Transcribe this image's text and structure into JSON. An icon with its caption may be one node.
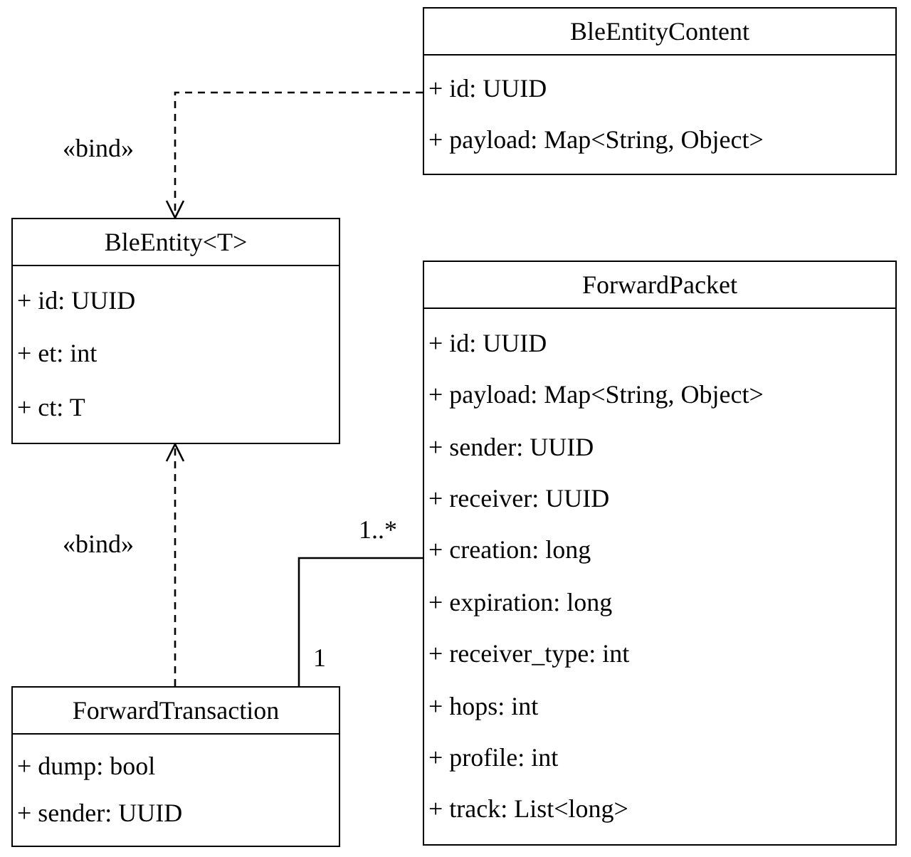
{
  "diagram": {
    "nodes": [
      {
        "text": [
          "BleEntityContent",
          "+ id: UUID",
          "+ payload: Map<String, Object>"
        ]
      },
      {
        "text": [
          "BleEntity<T>",
          "+ id: UUID",
          "+ et: int",
          "+ ct: T"
        ]
      },
      {
        "text": [
          "ForwardPacket",
          "+ id: UUID",
          "+ payload: Map<String, Object>",
          "+ sender: UUID",
          "+ receiver: UUID",
          "+ creation: long",
          "+ expiration: long",
          "+ receiver_type: int",
          "+ hops: int",
          "+ profile: int",
          "+ track: List<long>"
        ]
      },
      {
        "text": [
          "ForwardTransaction",
          "+ dump: bool",
          "+ sender: UUID"
        ]
      }
    ],
    "edges": [
      {
        "from": 0,
        "to": 1,
        "arrow": "to",
        "style": "dashed",
        "label": "«bind»"
      },
      {
        "from": 3,
        "to": 1,
        "arrow": "to",
        "style": "dashed",
        "label": "«bind»"
      },
      {
        "from": 3,
        "to": 2,
        "arrow": "none"
      }
    ],
    "labels": [
      "1..*",
      "1"
    ]
  }
}
